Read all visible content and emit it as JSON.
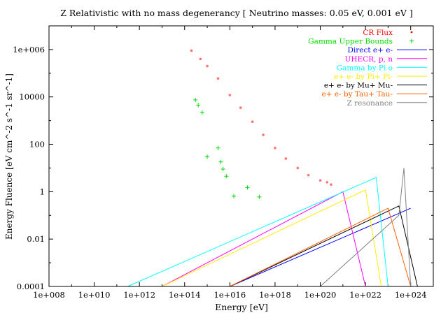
{
  "chart_data": {
    "type": "line",
    "title": "Z Relativistic with no mass degenerancy [ Neutrino masses: 0.05 eV, 0.001 eV ]",
    "xlabel": "Energy [eV]",
    "ylabel": "Energy Fluence [eV cm^-2 s^-1 sr^-1]",
    "xscale": "log",
    "yscale": "log",
    "xlim": [
      100000000.0,
      1e+25
    ],
    "ylim": [
      0.0001,
      10000000.0
    ],
    "grid": false,
    "legend_position": "top-right",
    "x_ticks": [
      100000000.0,
      10000000000.0,
      1000000000000.0,
      100000000000000.0,
      1e+16,
      1e+18,
      1e+20,
      1e+22,
      1e+24
    ],
    "x_tick_labels": [
      "1e+008",
      "1e+010",
      "1e+012",
      "1e+014",
      "1e+016",
      "1e+018",
      "1e+020",
      "1e+022",
      "1e+024"
    ],
    "y_ticks": [
      0.0001,
      0.01,
      1,
      100,
      10000,
      1000000.0
    ],
    "y_tick_labels": [
      "0.0001",
      "0.01",
      "1",
      "100",
      "10000",
      "1e+006"
    ],
    "series": [
      {
        "name": "CR Flux",
        "color": "#ff0000",
        "marker": "dot",
        "x": [
          200000000000000.0,
          500000000000000.0,
          1000000000000000.0,
          3000000000000000.0,
          1e+16,
          3e+16,
          1e+17,
          3e+17,
          1e+18,
          3e+18,
          1e+19,
          3e+19,
          1e+20,
          2e+20,
          3e+20
        ],
        "y": [
          900000,
          400000,
          200000,
          60000,
          12000,
          3500,
          900,
          250,
          70,
          25,
          10,
          5,
          3,
          2.5,
          2
        ]
      },
      {
        "name": "Gamma Upper Bounds",
        "color": "#00dd00",
        "marker": "plus",
        "x": [
          300000000000000.0,
          400000000000000.0,
          600000000000000.0,
          1000000000000000.0,
          3000000000000000.0,
          4000000000000000.0,
          5000000000000000.0,
          7000000000000000.0,
          1.5e+16,
          6e+16,
          2e+17
        ],
        "y": [
          7500,
          4500,
          2200,
          30,
          70,
          18,
          9,
          4.5,
          0.65,
          1.5,
          0.6
        ]
      },
      {
        "name": "Direct e+ e-",
        "color": "#0000ff",
        "marker": "line",
        "x": [
          1e+16,
          1e+24
        ],
        "y": [
          0.0001,
          0.2
        ]
      },
      {
        "name": "UHECR, p, n",
        "color": "#ff00ff",
        "marker": "line",
        "x": [
          10000000000000.0,
          1e+21,
          1e+22
        ],
        "y": [
          0.0001,
          1,
          0.0001
        ]
      },
      {
        "name": "Gamma by Pi o",
        "color": "#00ffff",
        "marker": "line",
        "x": [
          300000000000.0,
          3e+22,
          1e+23
        ],
        "y": [
          0.0001,
          4,
          0.0001
        ]
      },
      {
        "name": "e+ e- by Pi+ Pi-",
        "color": "#ffee00",
        "marker": "line",
        "x": [
          10000000000000.0,
          1e+22,
          5e+22
        ],
        "y": [
          0.0001,
          1.2,
          0.0001
        ]
      },
      {
        "name": "e+ e- by Mu+ Mu-",
        "color": "#000000",
        "marker": "line",
        "x": [
          1e+16,
          3e+23,
          2e+24
        ],
        "y": [
          0.0001,
          0.25,
          0.0001
        ]
      },
      {
        "name": "e+ e- by Tau+ Tau-",
        "color": "#ff6000",
        "marker": "line",
        "x": [
          1e+16,
          1e+23,
          1e+24
        ],
        "y": [
          0.0001,
          0.2,
          0.0001
        ]
      },
      {
        "name": "Z resonance",
        "color": "#808080",
        "marker": "line",
        "x": [
          1e+20,
          3e+23,
          5e+23,
          1e+24
        ],
        "y": [
          0.0001,
          0.1,
          10,
          0.0001
        ]
      }
    ]
  }
}
